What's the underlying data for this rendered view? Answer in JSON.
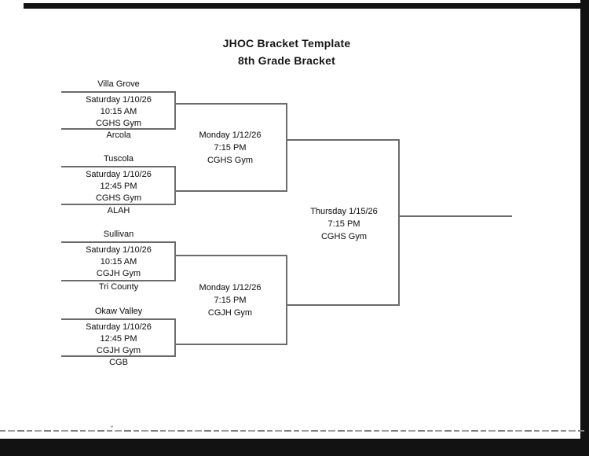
{
  "title": {
    "line1": "JHOC Bracket Template",
    "line2": "8th Grade Bracket"
  },
  "teams": {
    "g1_top": "Villa Grove",
    "g1_bottom": "Arcola",
    "g2_top": "Tuscola",
    "g2_bottom": "ALAH",
    "g3_top": "Sullivan",
    "g3_bottom": "Tri County",
    "g4_top": "Okaw Valley",
    "g4_bottom": "CGB"
  },
  "games": {
    "game1": {
      "date": "Saturday 1/10/26",
      "time": "10:15 AM",
      "venue": "CGHS Gym"
    },
    "game2": {
      "date": "Saturday 1/10/26",
      "time": "12:45 PM",
      "venue": "CGHS Gym"
    },
    "game3": {
      "date": "Saturday 1/10/26",
      "time": "10:15 AM",
      "venue": "CGJH Gym"
    },
    "game4": {
      "date": "Saturday 1/10/26",
      "time": "12:45 PM",
      "venue": "CGJH Gym"
    },
    "semifinal1": {
      "date": "Monday 1/12/26",
      "time": "7:15 PM",
      "venue": "CGHS Gym"
    },
    "semifinal2": {
      "date": "Monday 1/12/26",
      "time": "7:15 PM",
      "venue": "CGJH Gym"
    },
    "final": {
      "date": "Thursday 1/15/26",
      "time": "7:15 PM",
      "venue": "CGHS Gym"
    }
  },
  "colors": {
    "bracket_line": "#6b6b6b",
    "text": "#1f1f1f",
    "scan_border": "#121212"
  }
}
